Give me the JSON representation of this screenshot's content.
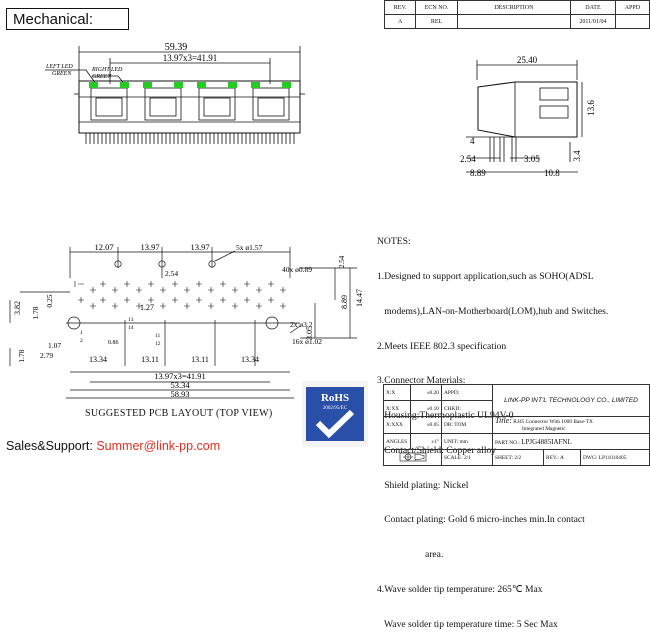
{
  "heading": "Mechanical:",
  "revision_table": {
    "headers": [
      "REV.",
      "ECN NO.",
      "DESCRIPTION",
      "DATE",
      "APPD"
    ],
    "row": [
      "A",
      "REL",
      "",
      "2011/01/04",
      ""
    ]
  },
  "front_view": {
    "left_led": "LEFT LED",
    "left_green": "GREEN",
    "right_led": "RIGHT LED",
    "right_green": "GREEN",
    "dim_total": "59.39",
    "dim_pitch": "13.97x3=41.91",
    "led_color": "#22cc22"
  },
  "side_view": {
    "dims": [
      "25.40",
      "13.6",
      "4",
      "2.54",
      "3.05",
      "8.89",
      "10.8",
      "3.4"
    ]
  },
  "pcb_layout": {
    "top_dims": [
      "12.07",
      "13.97",
      "13.97",
      "5x ø1.57",
      "2.54"
    ],
    "right_dims": [
      "40x ø0.89",
      "2.54",
      "8.89",
      "14.47",
      "1.27",
      "2x ø3.2",
      "16x ø1.02",
      "3.05"
    ],
    "left_dims": [
      "3.82",
      "1.78",
      "0.25",
      "1.07",
      "2.79",
      "1.78"
    ],
    "pin_labels": [
      "13",
      "14",
      "11",
      "12",
      "1",
      "2",
      "0.86"
    ],
    "bottom_dims": [
      "13.34",
      "13.11",
      "13.11",
      "13.34",
      "13.97x3=41.91",
      "53.34",
      "58.93"
    ],
    "caption": "SUGGESTED PCB LAYOUT (TOP VIEW)"
  },
  "notes": {
    "title": "NOTES:",
    "lines": [
      "1.Designed to support application,such as SOHO(ADSL",
      "   modems),LAN-on-Motherboard(LOM),hub and Switches.",
      "2.Meets IEEE 802.3 specification",
      "3.Connector Materials:",
      "   Housing:Thermoplastic UL94V-0",
      "   Contact/Shield: Copper alloy",
      "   Shield plating: Nickel",
      "   Contact plating: Gold 6 micro-inches min.In contact",
      "                    area.",
      "4.Wave solder tip temperature: 265℃ Max",
      "   Wave solder tip temperature time: 5 Sec Max"
    ]
  },
  "rohs": {
    "label": "RoHS",
    "sub": "2002/95/EC"
  },
  "title_block": {
    "tol1_label": "X:X",
    "tol1_val": "±0.20",
    "tol2_label": "X:XX",
    "tol2_val": "±0.10",
    "tol3_label": "X:XXX",
    "tol3_val": "±0.05",
    "angles_label": "ANGLES",
    "angles_val": "±1°",
    "appd": "APPD:",
    "chkd": "CHKD:",
    "dr": "DR:",
    "dr_val": "TOM",
    "unit": "UNIT:",
    "unit_val": "mm",
    "company": "LINK-PP INT'L TECHNOLOGY CO., LIMITED",
    "title_label": "Title:",
    "title_val_1": "RJ45 Connector With 1000 Base-TX",
    "title_val_2": "Integrated Magnetic",
    "part_label": "PART NO.:",
    "part_val": "LPJG4885IAFNL",
    "scale_label": "SCALE:",
    "scale_val": "2/1",
    "sheet_label": "SHEET:",
    "sheet_val": "2/2",
    "rev_label": "REV.:",
    "rev_val": "A",
    "dwg_label": "DWG:",
    "dwg_val": "LP11010405"
  },
  "sales": {
    "label": "Sales&Support: ",
    "email": "Summer@link-pp.com",
    "email_color": "#e03020"
  }
}
